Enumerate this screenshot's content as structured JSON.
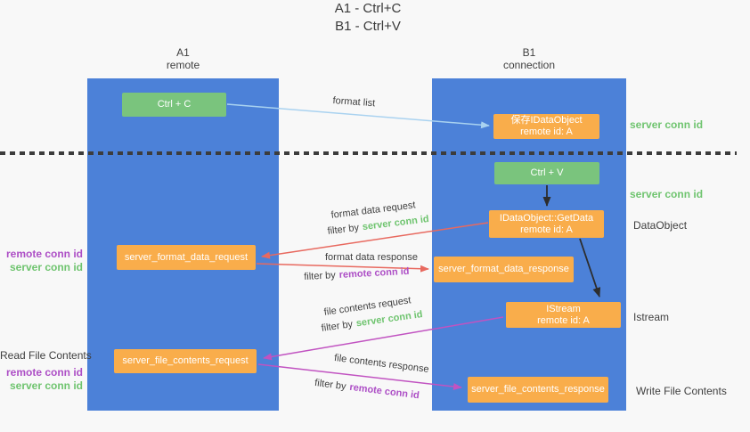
{
  "title": {
    "line1": "A1 - Ctrl+C",
    "line2": "B1 - Ctrl+V"
  },
  "lanes": {
    "a1": {
      "name": "A1",
      "subtitle": "remote"
    },
    "b1": {
      "name": "B1",
      "subtitle": "connection"
    }
  },
  "nodes": {
    "ctrl_c": {
      "label": "Ctrl + C"
    },
    "ctrl_v": {
      "label": "Ctrl + V"
    },
    "save_idataobject": {
      "line1": "保存IDataObject",
      "line2": "remote id: A"
    },
    "getdata": {
      "line1": "IDataObject::GetData",
      "line2": "remote id: A"
    },
    "istream": {
      "line1": "IStream",
      "line2": "remote id: A"
    },
    "server_format_data_request": {
      "label": "server_format_data_request"
    },
    "server_format_data_response": {
      "label": "server_format_data_response"
    },
    "server_file_contents_request": {
      "label": "server_file_contents_request"
    },
    "server_file_contents_response": {
      "label": "server_file_contents_response"
    }
  },
  "arrow_labels": {
    "format_list": "format list",
    "format_data_request": "format data request",
    "format_data_response": "format data response",
    "file_contents_request": "file contents request",
    "file_contents_response": "file contents response",
    "filter_by": "filter by"
  },
  "side_labels": {
    "server_conn_id": "server conn id",
    "remote_conn_id": "remote conn id",
    "dataobject": "DataObject",
    "istream": "Istream",
    "read_file_contents": "Read File Contents",
    "write_file_contents": "Write File Contents"
  },
  "colors": {
    "lane_blue": "#4c81d8",
    "node_green": "#7ac47d",
    "node_orange": "#f9ad4b",
    "server_conn_id_green": "#6fc46f",
    "remote_conn_id_purple": "#ad4fc6",
    "arrow_blue": "#a9d2f0",
    "arrow_red": "#e8695f",
    "arrow_magenta": "#c153c1",
    "arrow_black": "#2d2d2d"
  }
}
